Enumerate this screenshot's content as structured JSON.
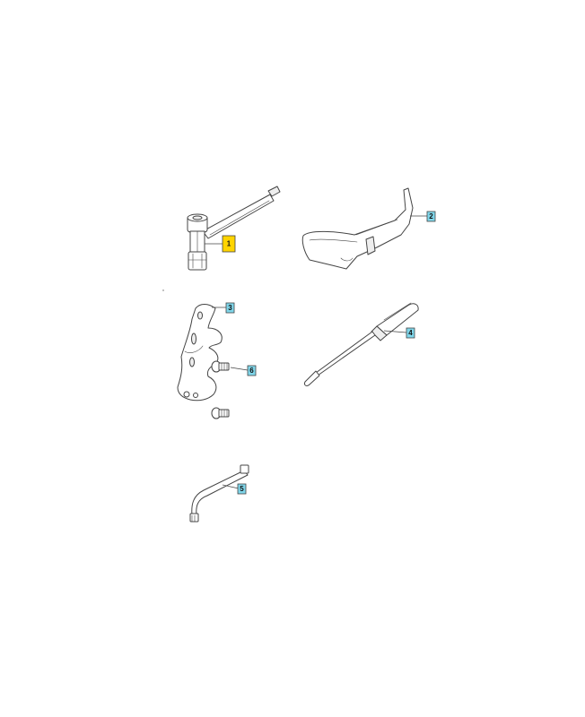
{
  "colors": {
    "callout_default": "#7fd6ea",
    "callout_highlight": "#ffd400",
    "line": "#444444",
    "background": "#ffffff"
  },
  "callouts": [
    {
      "number": "1",
      "part": "combination-spanner-icon",
      "highlighted": true
    },
    {
      "number": "2",
      "part": "bar-cover-icon",
      "highlighted": false
    },
    {
      "number": "3",
      "part": "front-handle-icon",
      "highlighted": false
    },
    {
      "number": "4",
      "part": "screwdriver-icon",
      "highlighted": false
    },
    {
      "number": "5",
      "part": "hex-key-icon",
      "highlighted": false
    },
    {
      "number": "6",
      "part": "screw-icon",
      "highlighted": false
    }
  ]
}
